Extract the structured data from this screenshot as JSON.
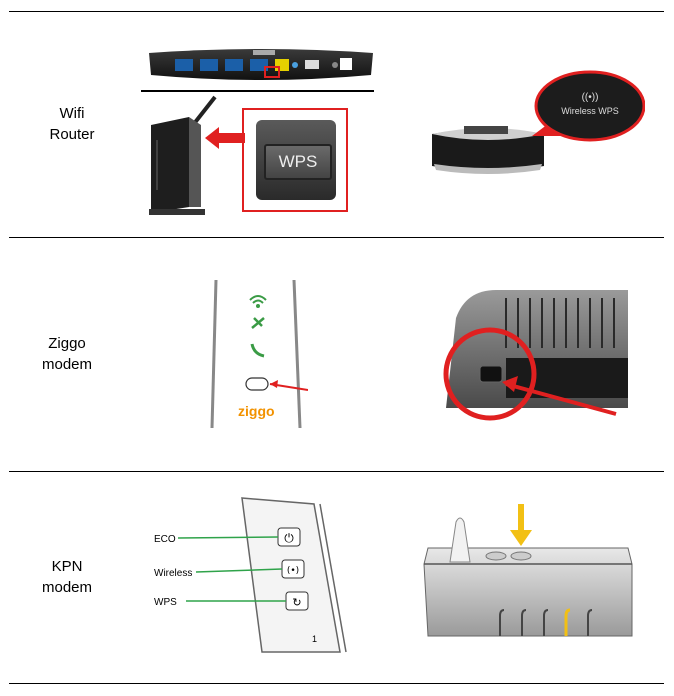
{
  "rows": [
    {
      "label_line1": "Wifi",
      "label_line2": "Router"
    },
    {
      "label_line1": "Ziggo",
      "label_line2": "modem"
    },
    {
      "label_line1": "KPN",
      "label_line2": "modem"
    }
  ],
  "router_images": {
    "wps_button_text": "WPS",
    "wireless_wps_text": "Wireless WPS"
  },
  "ziggo_images": {
    "brand_text": "ziggo"
  },
  "kpn_images": {
    "callouts": [
      "ECO",
      "Wireless",
      "WPS"
    ],
    "port_number": "1"
  },
  "colors": {
    "highlight_red": "#e02020",
    "callout_green": "#2fa34a",
    "kpn_yellow": "#f2c014",
    "ziggo_orange": "#f29200"
  }
}
